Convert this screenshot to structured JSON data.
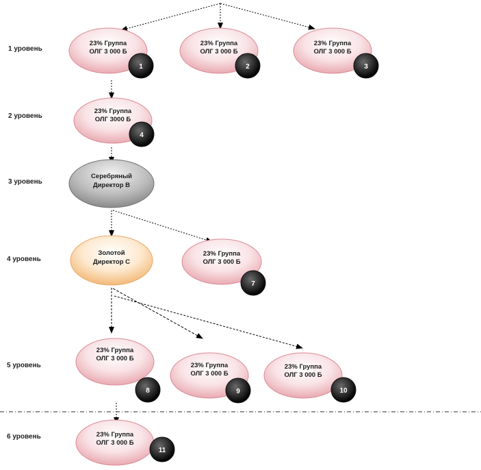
{
  "levels": [
    "1 уровень",
    "2 уровень",
    "3 уровень",
    "4 уровень",
    "5 уровень",
    "6 уровень"
  ],
  "nodes": [
    {
      "id": "n1",
      "line1": "23% Группа",
      "line2": "ОЛГ 3 000 Б",
      "badge": "1",
      "style": "pink"
    },
    {
      "id": "n2",
      "line1": "23% Группа",
      "line2": "ОЛГ 3 000 Б",
      "badge": "2",
      "style": "pink"
    },
    {
      "id": "n3",
      "line1": "23% Группа",
      "line2": "ОЛГ 3 000 Б",
      "badge": "3",
      "style": "pink"
    },
    {
      "id": "n4",
      "line1": "23% Группа",
      "line2": "ОЛГ 3000 Б",
      "badge": "4",
      "style": "pink"
    },
    {
      "id": "silver",
      "line1": "Серебряный",
      "line2": "Директор В",
      "badge": "",
      "style": "silver"
    },
    {
      "id": "gold",
      "line1": "Золотой",
      "line2": "Директор С",
      "badge": "",
      "style": "gold"
    },
    {
      "id": "n7",
      "line1": "23% Группа",
      "line2": "ОЛГ 3 000 Б",
      "badge": "7",
      "style": "pink"
    },
    {
      "id": "n8",
      "line1": "23% Группа",
      "line2": "ОЛГ 3 000 Б",
      "badge": "8",
      "style": "pink"
    },
    {
      "id": "n9",
      "line1": "23% Группа",
      "line2": "ОЛГ 3 000 Б",
      "badge": "9",
      "style": "pink"
    },
    {
      "id": "n10",
      "line1": "23% Группа",
      "line2": "ОЛГ 3 000 Б",
      "badge": "10",
      "style": "pink"
    },
    {
      "id": "n11",
      "line1": "23% Группа",
      "line2": "ОЛГ 3 000 Б",
      "badge": "11",
      "style": "pink"
    }
  ]
}
